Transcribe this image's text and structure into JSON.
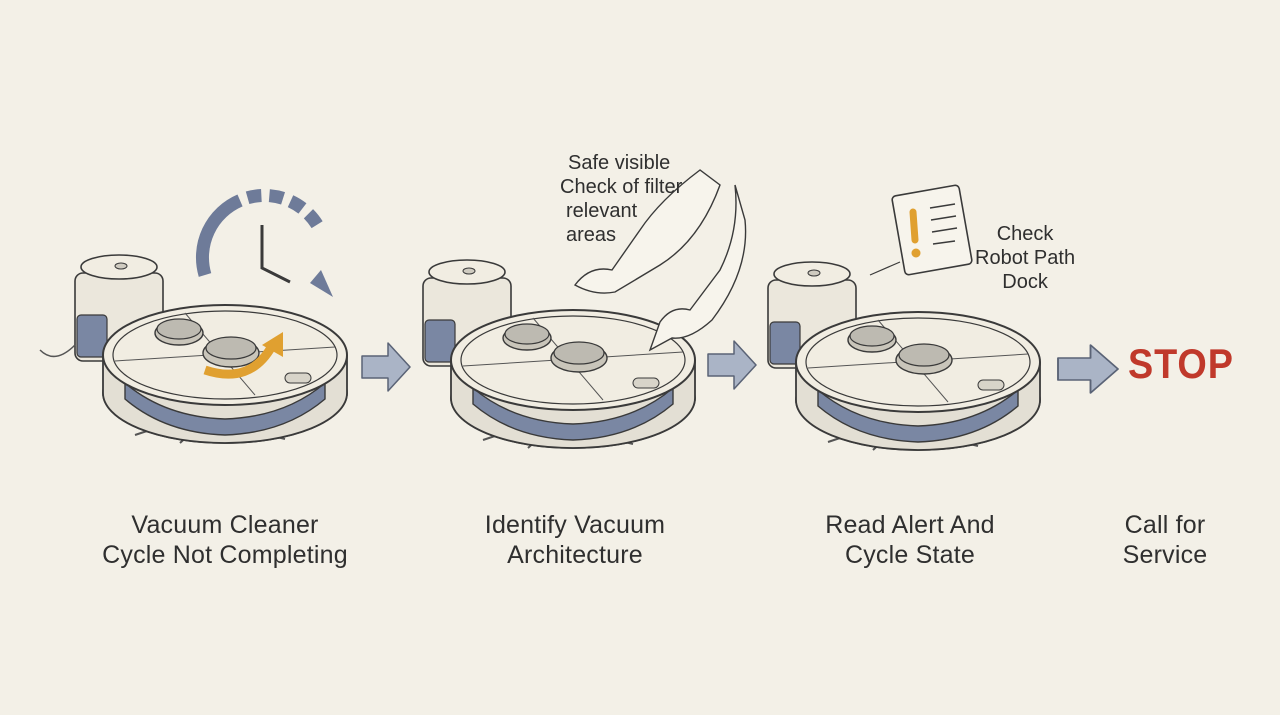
{
  "steps": [
    {
      "line1": "Vacuum Cleaner",
      "line2": "Cycle Not Completing",
      "icon": "robot-vacuum-clock-icon"
    },
    {
      "line1": "Identify Vacuum",
      "line2": "Architecture",
      "icon": "robot-vacuum-hands-icon"
    },
    {
      "line1": "Read Alert And",
      "line2": "Cycle State",
      "icon": "robot-vacuum-alert-icon"
    },
    {
      "line1": "Call for",
      "line2": "Service",
      "icon": "stop-sign-text"
    }
  ],
  "annotations": {
    "step2": [
      "Safe visible",
      "Check of filter",
      "relevant",
      "areas"
    ],
    "step3": [
      "Check",
      "Robot Path",
      "Dock"
    ]
  },
  "stop": {
    "text": "STOP",
    "color": "#c0392b"
  },
  "colors": {
    "background": "#f3f0e7",
    "robot_body": "#f1ede2",
    "bumper": "#7a87a3",
    "arrow": "#aab4c6",
    "accent_orange": "#e0a030",
    "outline": "#3a3a3a"
  }
}
